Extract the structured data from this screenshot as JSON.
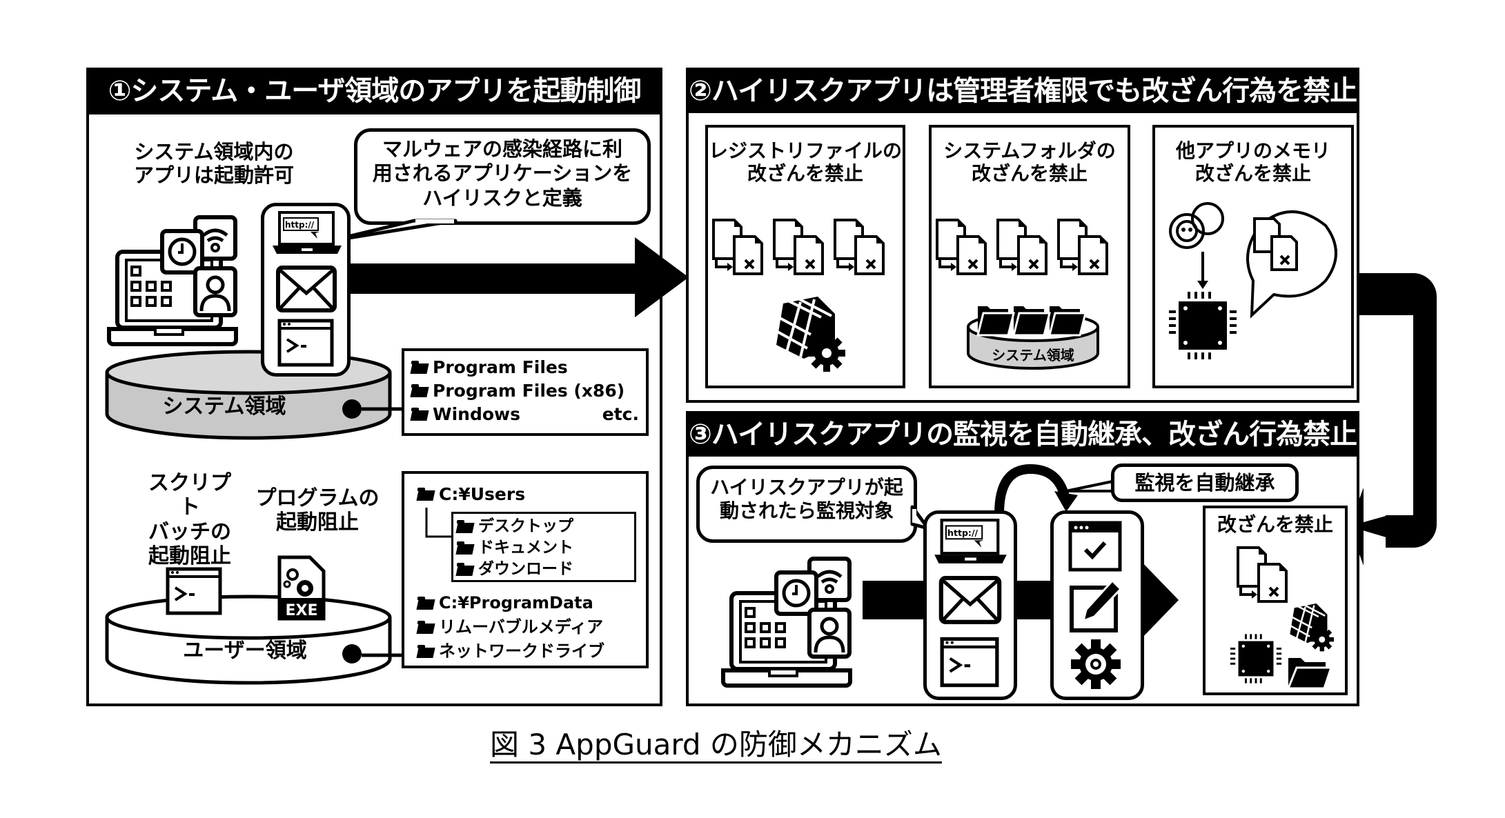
{
  "figure": {
    "caption": "図 3 AppGuard の防御メカニズム"
  },
  "panel1": {
    "title": "①システム・ユーザ領域のアプリを起動制御",
    "allowed_label": "システム領域内の\nアプリは起動許可",
    "highrisk_bubble": "マルウェアの感染経路に利\n用されるアプリケーションを\nハイリスクと定義",
    "system_area_label": "システム領域",
    "system_folders": [
      "Program Files",
      "Program Files (x86)",
      "Windows"
    ],
    "system_folders_suffix": "etc.",
    "script_block_label": "スクリプト\nバッチの\n起動阻止",
    "program_block_label": "プログラムの\n起動阻止",
    "exe_label": "EXE",
    "user_area_label": "ユーザー領域",
    "user_root_folder": "C:¥Users",
    "user_sub_folders": [
      "デスクトップ",
      "ドキュメント",
      "ダウンロード"
    ],
    "user_other_folders": [
      "C:¥ProgramData",
      "リムーバブルメディア",
      "ネットワークドライブ"
    ],
    "browser_url_text": "http://",
    "terminal_prompt": ">-"
  },
  "panel2": {
    "title": "②ハイリスクアプリは管理者権限でも改ざん行為を禁止",
    "cards": [
      {
        "label": "レジストリファイルの\n改ざんを禁止",
        "icon": "registry-icon"
      },
      {
        "label": "システムフォルダの\n改ざんを禁止",
        "icon": "system-folders-icon",
        "disk_label": "システム領域"
      },
      {
        "label": "他アプリのメモリ\n改ざんを禁止",
        "icon": "memory-chip-icon"
      }
    ]
  },
  "panel3": {
    "title": "③ハイリスクアプリの監視を自動継承、改ざん行為禁止",
    "monitor_bubble": "ハイリスクアプリが起\n動されたら監視対象",
    "inherit_bubble": "監視を自動継承",
    "prohibit_label": "改ざんを禁止",
    "browser_url_text": "http://",
    "terminal_prompt": ">-"
  }
}
